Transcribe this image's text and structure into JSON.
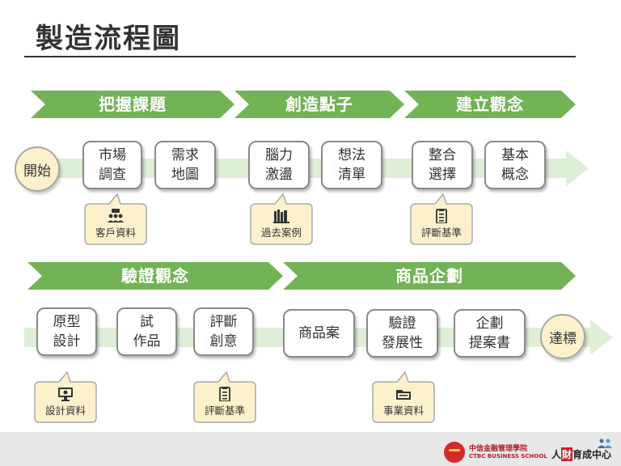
{
  "title": "製造流程圖",
  "colors": {
    "band": "#72b356",
    "track": "#dfeed6",
    "node_border": "#8a8a8a",
    "cream": "#fdf1cc",
    "footer": "#e7e7e7",
    "brand_red": "#c8202a"
  },
  "row1": {
    "stages": [
      {
        "label": "把握課題"
      },
      {
        "label": "創造點子"
      },
      {
        "label": "建立觀念"
      }
    ],
    "start": "開始",
    "steps": [
      {
        "line1": "市場",
        "line2": "調查"
      },
      {
        "line1": "需求",
        "line2": "地圖"
      },
      {
        "line1": "腦力",
        "line2": "激盪"
      },
      {
        "line1": "想法",
        "line2": "清單"
      },
      {
        "line1": "整合",
        "line2": "選擇"
      },
      {
        "line1": "基本",
        "line2": "概念"
      }
    ],
    "notes": [
      {
        "label": "客戶資料",
        "icon": "customer-group-icon"
      },
      {
        "label": "過去案例",
        "icon": "books-icon"
      },
      {
        "label": "評斷基準",
        "icon": "clipboard-checklist-icon"
      }
    ]
  },
  "row2": {
    "stages": [
      {
        "label": "驗證觀念"
      },
      {
        "label": "商品企劃"
      }
    ],
    "end": "達標",
    "steps": [
      {
        "line1": "原型",
        "line2": "設計"
      },
      {
        "line1": "試",
        "line2": "作品"
      },
      {
        "line1": "評斷",
        "line2": "創意"
      },
      {
        "line1": "商品案",
        "line2": ""
      },
      {
        "line1": "驗證",
        "line2": "發展性"
      },
      {
        "line1": "企劃",
        "line2": "提案書"
      }
    ],
    "notes": [
      {
        "label": "設計資料",
        "icon": "design-monitor-icon"
      },
      {
        "label": "評斷基準",
        "icon": "clipboard-checklist-icon"
      },
      {
        "label": "事業資料",
        "icon": "folder-icon"
      }
    ]
  },
  "footer": {
    "school_zh": "中信金融管理學院",
    "school_en": "CTBC BUSINESS SCHOOL",
    "hr_a": "人",
    "hr_b": "財",
    "hr_c": "育成中心"
  }
}
